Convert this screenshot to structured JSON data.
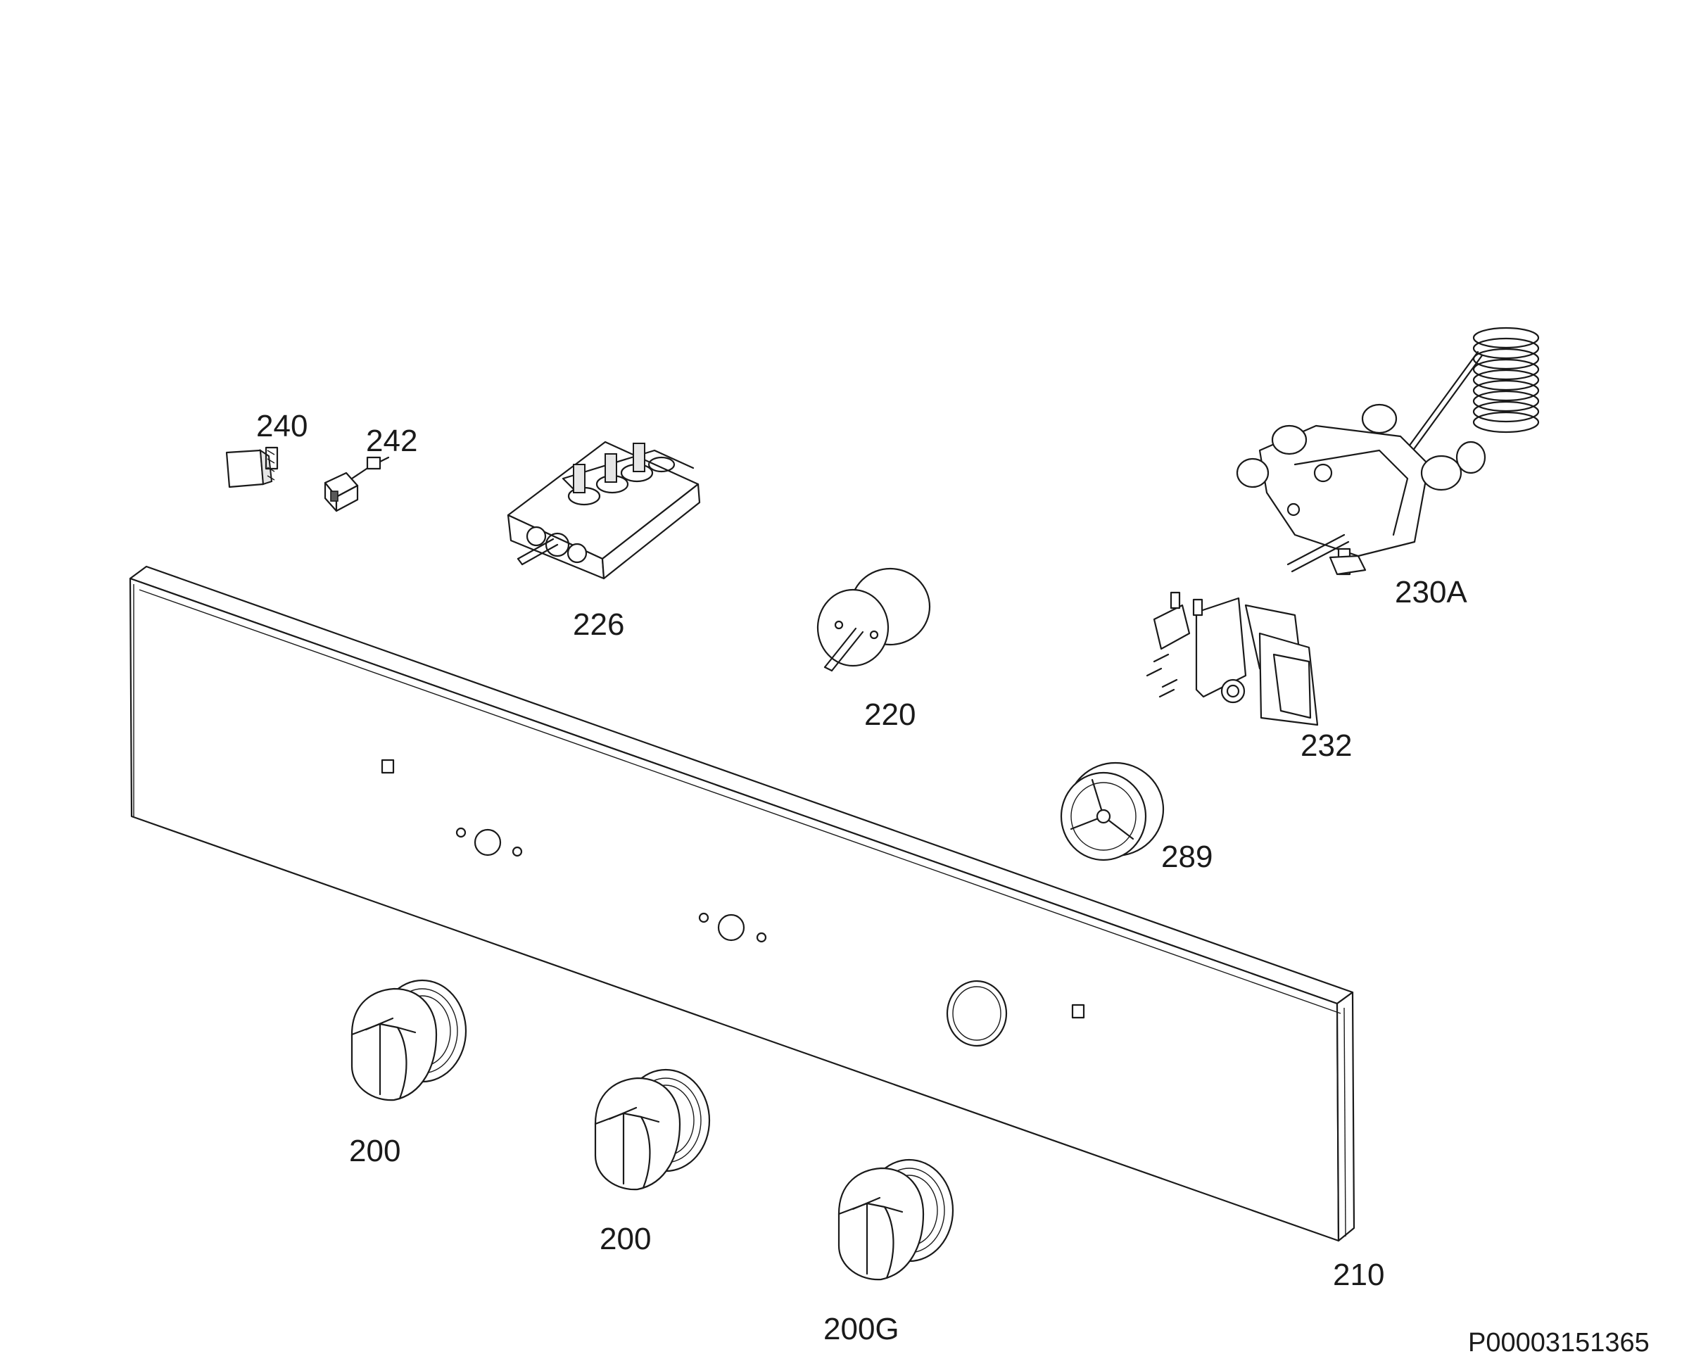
{
  "diagram": {
    "drawing_code": "P00003151365",
    "parts": [
      {
        "id": "panel",
        "label": "210"
      },
      {
        "id": "knob_1",
        "label": "200"
      },
      {
        "id": "knob_2",
        "label": "200"
      },
      {
        "id": "knob_3",
        "label": "200G"
      },
      {
        "id": "lamp",
        "label": "240"
      },
      {
        "id": "switch_small",
        "label": "242"
      },
      {
        "id": "selector_switch",
        "label": "226"
      },
      {
        "id": "timer",
        "label": "220"
      },
      {
        "id": "gas_thermostat",
        "label": "230A"
      },
      {
        "id": "microswitch",
        "label": "232"
      },
      {
        "id": "knob_ring",
        "label": "289"
      }
    ]
  }
}
